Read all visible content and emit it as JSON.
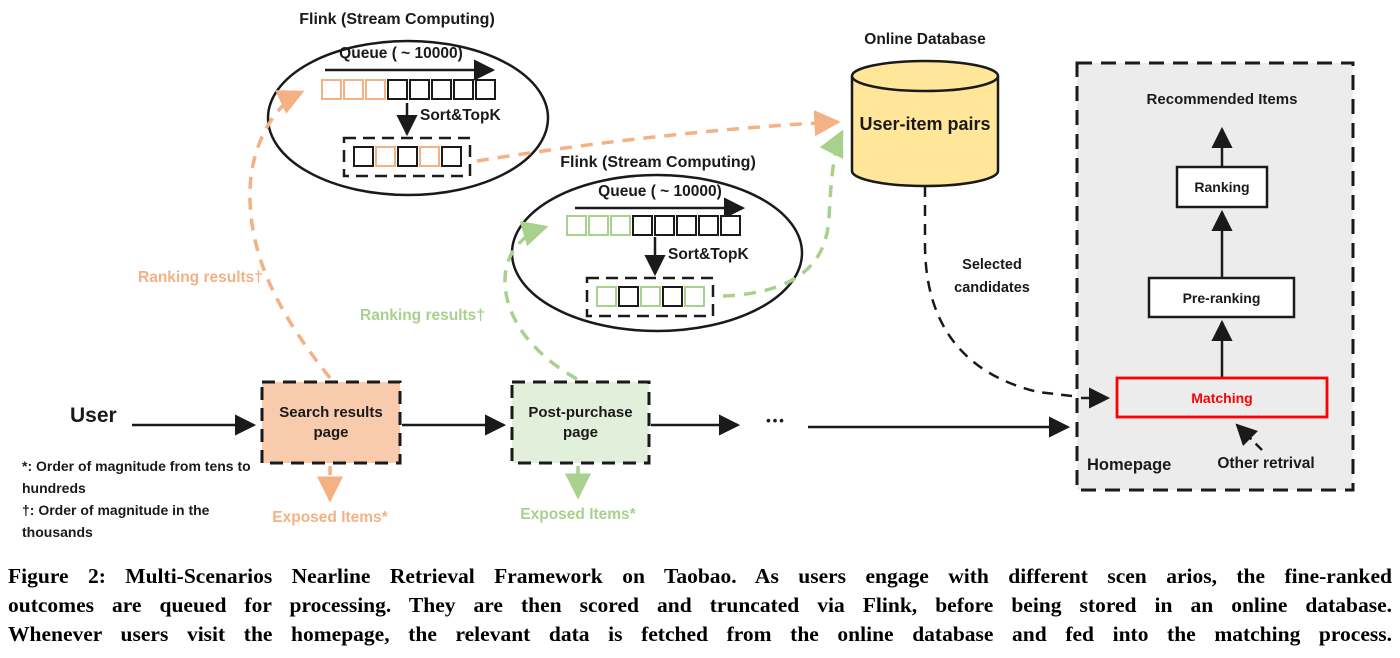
{
  "figure": {
    "flink1": {
      "title": "Flink (Stream Computing)",
      "queue_label": "Queue ( ~ 10000)",
      "sort_label": "Sort&TopK",
      "queue_squares": [
        "orange",
        "orange",
        "orange",
        "black",
        "black",
        "black",
        "black",
        "black"
      ],
      "sorted_squares": [
        "black",
        "orange",
        "black",
        "orange",
        "black"
      ]
    },
    "flink2": {
      "title": "Flink (Stream Computing)",
      "queue_label": "Queue ( ~ 10000)",
      "sort_label": "Sort&TopK",
      "queue_squares": [
        "green",
        "green",
        "green",
        "black",
        "black",
        "black",
        "black",
        "black"
      ],
      "sorted_squares": [
        "green",
        "black",
        "green",
        "black",
        "green"
      ]
    },
    "database": {
      "title": "Online Database",
      "content": "User-item pairs"
    },
    "panel": {
      "recommended_label": "Recommended Items",
      "ranking_label": "Ranking",
      "preranking_label": "Pre-ranking",
      "matching_label": "Matching",
      "other_retrieval_label": "Other retrival",
      "homepage_label": "Homepage"
    },
    "flow": {
      "user_label": "User",
      "search_page_label": "Search results page",
      "post_purchase_label": "Post-purchase page",
      "dots": "•••"
    },
    "labels": {
      "ranking_results_orange": "Ranking results†",
      "ranking_results_green": "Ranking results†",
      "exposed_items_orange": "Exposed Items*",
      "exposed_items_green": "Exposed Items*",
      "selected_candidates": "Selected candidates"
    },
    "footnotes": {
      "star": "*: Order of magnitude from tens to hundreds",
      "dagger": "†: Order of magnitude in the thousands"
    },
    "caption": {
      "line1": "Figure 2: Multi-Scenarios Nearline Retrieval Framework on Taobao. As users engage with different scen arios, the fine-ranked",
      "line2": "outcomes are queued for processing. They are then scored and truncated via Flink, before being stored in an online database.",
      "line3": "Whenever users visit the homepage, the relevant data is fetched from the online database and fed into the matching process."
    },
    "colors": {
      "orange_accent": "#F4B183",
      "orange_fill": "#F8CBAD",
      "green_accent": "#A9D18E",
      "green_fill": "#E2EFDA",
      "yellow_fill": "#FFE699",
      "panel_gray": "#ECECEC",
      "highlight_red": "#FF0000",
      "ink": "#1a1a1a"
    }
  }
}
